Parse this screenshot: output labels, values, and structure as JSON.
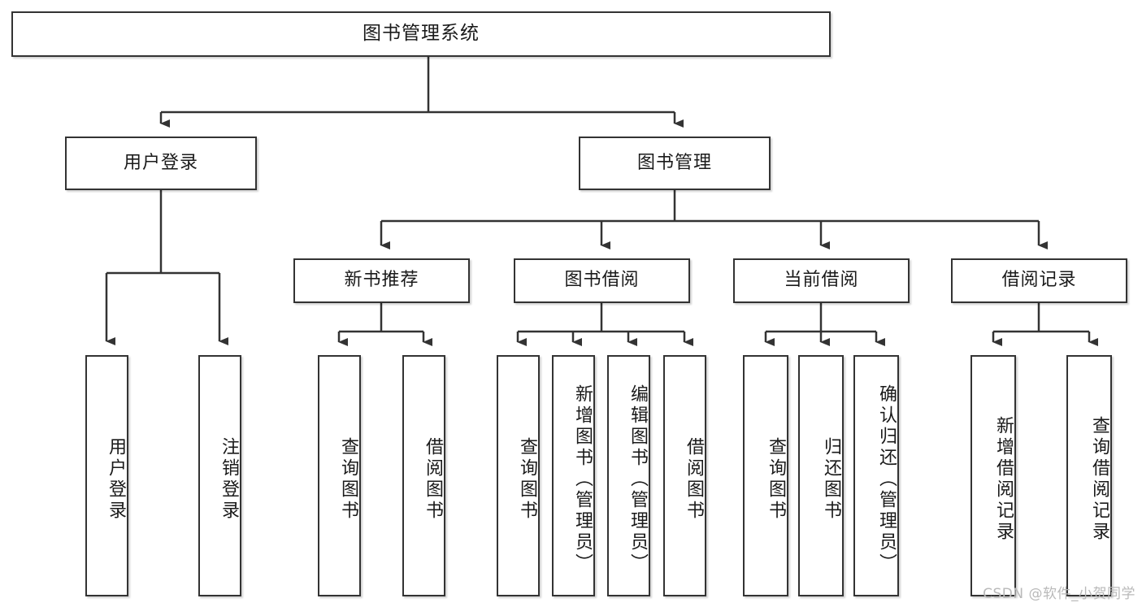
{
  "diagram": {
    "kind": "functional-structure-tree",
    "title": "图书管理系统",
    "watermark": "CSDN @软件_小贺同学",
    "colors": {
      "border": "#333333",
      "line": "#333333",
      "background": "#ffffff",
      "text": "#1a1a1a",
      "watermark": "#b9b9b9"
    },
    "root": {
      "label": "图书管理系统"
    },
    "level1": [
      {
        "id": "user-login",
        "label": "用户登录"
      },
      {
        "id": "book-manage",
        "label": "图书管理"
      }
    ],
    "level2": [
      {
        "id": "new-book-recommend",
        "label": "新书推荐",
        "parent": "book-manage"
      },
      {
        "id": "book-borrow",
        "label": "图书借阅",
        "parent": "book-manage"
      },
      {
        "id": "current-borrow",
        "label": "当前借阅",
        "parent": "book-manage"
      },
      {
        "id": "borrow-record",
        "label": "借阅记录",
        "parent": "book-manage"
      }
    ],
    "leaves": {
      "user-login": [
        {
          "id": "leaf-user-login",
          "label": "用户登录"
        },
        {
          "id": "leaf-logout-login",
          "label": "注销登录"
        }
      ],
      "new-book-recommend": [
        {
          "id": "leaf-query-book-1",
          "label": "查询图书"
        },
        {
          "id": "leaf-borrow-book-1",
          "label": "借阅图书"
        }
      ],
      "book-borrow": [
        {
          "id": "leaf-query-book-2",
          "label": "查询图书"
        },
        {
          "id": "leaf-add-book-admin",
          "label": "新增图书（管理员）"
        },
        {
          "id": "leaf-edit-book-admin",
          "label": "编辑图书（管理员）"
        },
        {
          "id": "leaf-borrow-book-2",
          "label": "借阅图书"
        }
      ],
      "current-borrow": [
        {
          "id": "leaf-query-book-3",
          "label": "查询图书"
        },
        {
          "id": "leaf-return-book",
          "label": "归还图书"
        },
        {
          "id": "leaf-confirm-return-admin",
          "label": "确认归还（管理员）"
        }
      ],
      "borrow-record": [
        {
          "id": "leaf-add-borrow-record",
          "label": "新增借阅记录"
        },
        {
          "id": "leaf-query-borrow-record",
          "label": "查询借阅记录"
        }
      ]
    }
  }
}
